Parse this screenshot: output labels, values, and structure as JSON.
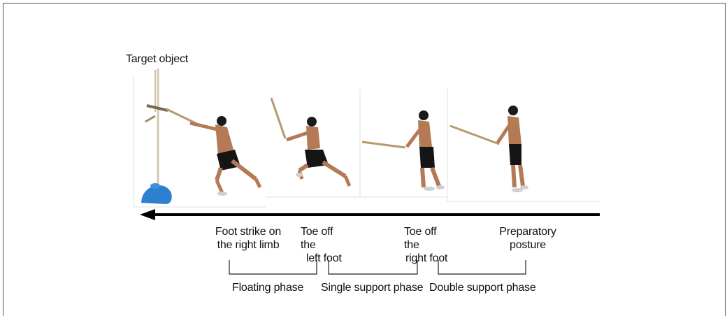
{
  "title": "Target object",
  "events": [
    {
      "line1": "Foot strike on",
      "line2": "the right limb"
    },
    {
      "line1": "Toe off the",
      "line2": "left foot"
    },
    {
      "line1": "Toe off the",
      "line2": "right foot"
    },
    {
      "line1": "Preparatory",
      "line2": "posture"
    }
  ],
  "phases": [
    "Floating phase",
    "Single support phase",
    "Double support phase"
  ],
  "colors": {
    "skin": "#b47a56",
    "shorts": "#111111",
    "stick": "#b59a6d",
    "base": "#2f7fd0",
    "rope": "#d8cfb8"
  }
}
